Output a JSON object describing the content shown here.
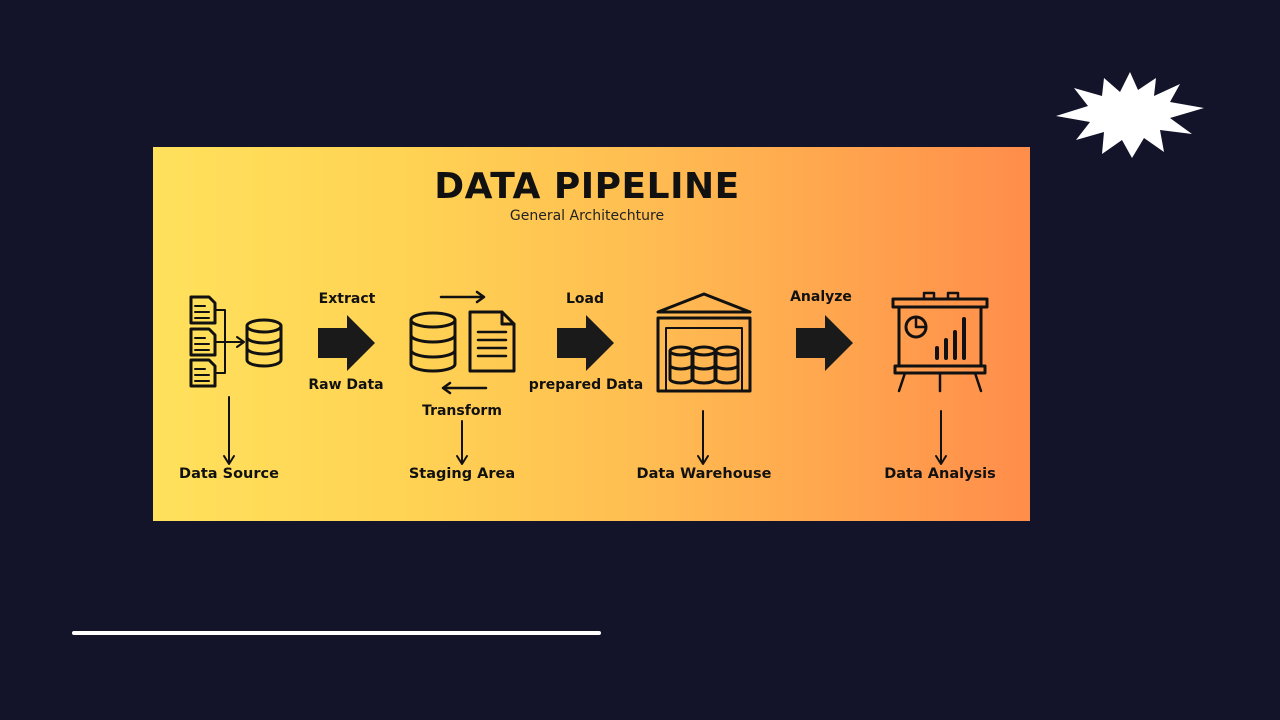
{
  "diagram": {
    "title": "DATA PIPELINE",
    "subtitle": "General Architechture",
    "steps": {
      "extract": "Extract",
      "raw_data": "Raw Data",
      "transform": "Transform",
      "load": "Load",
      "prepared_data": "prepared Data",
      "analyze": "Analyze"
    },
    "stages": {
      "data_source": "Data Source",
      "staging_area": "Staging Area",
      "data_warehouse": "Data Warehouse",
      "data_analysis": "Data Analysis"
    }
  },
  "colors": {
    "background": "#13142a",
    "panel_start": "#ffe15c",
    "panel_end": "#ff8d4b",
    "icon": "#111111"
  },
  "icons": [
    "documents-icon",
    "database-icon",
    "arrow-right-icon",
    "file-icon",
    "warehouse-icon",
    "presentation-chart-icon",
    "starburst-icon"
  ]
}
